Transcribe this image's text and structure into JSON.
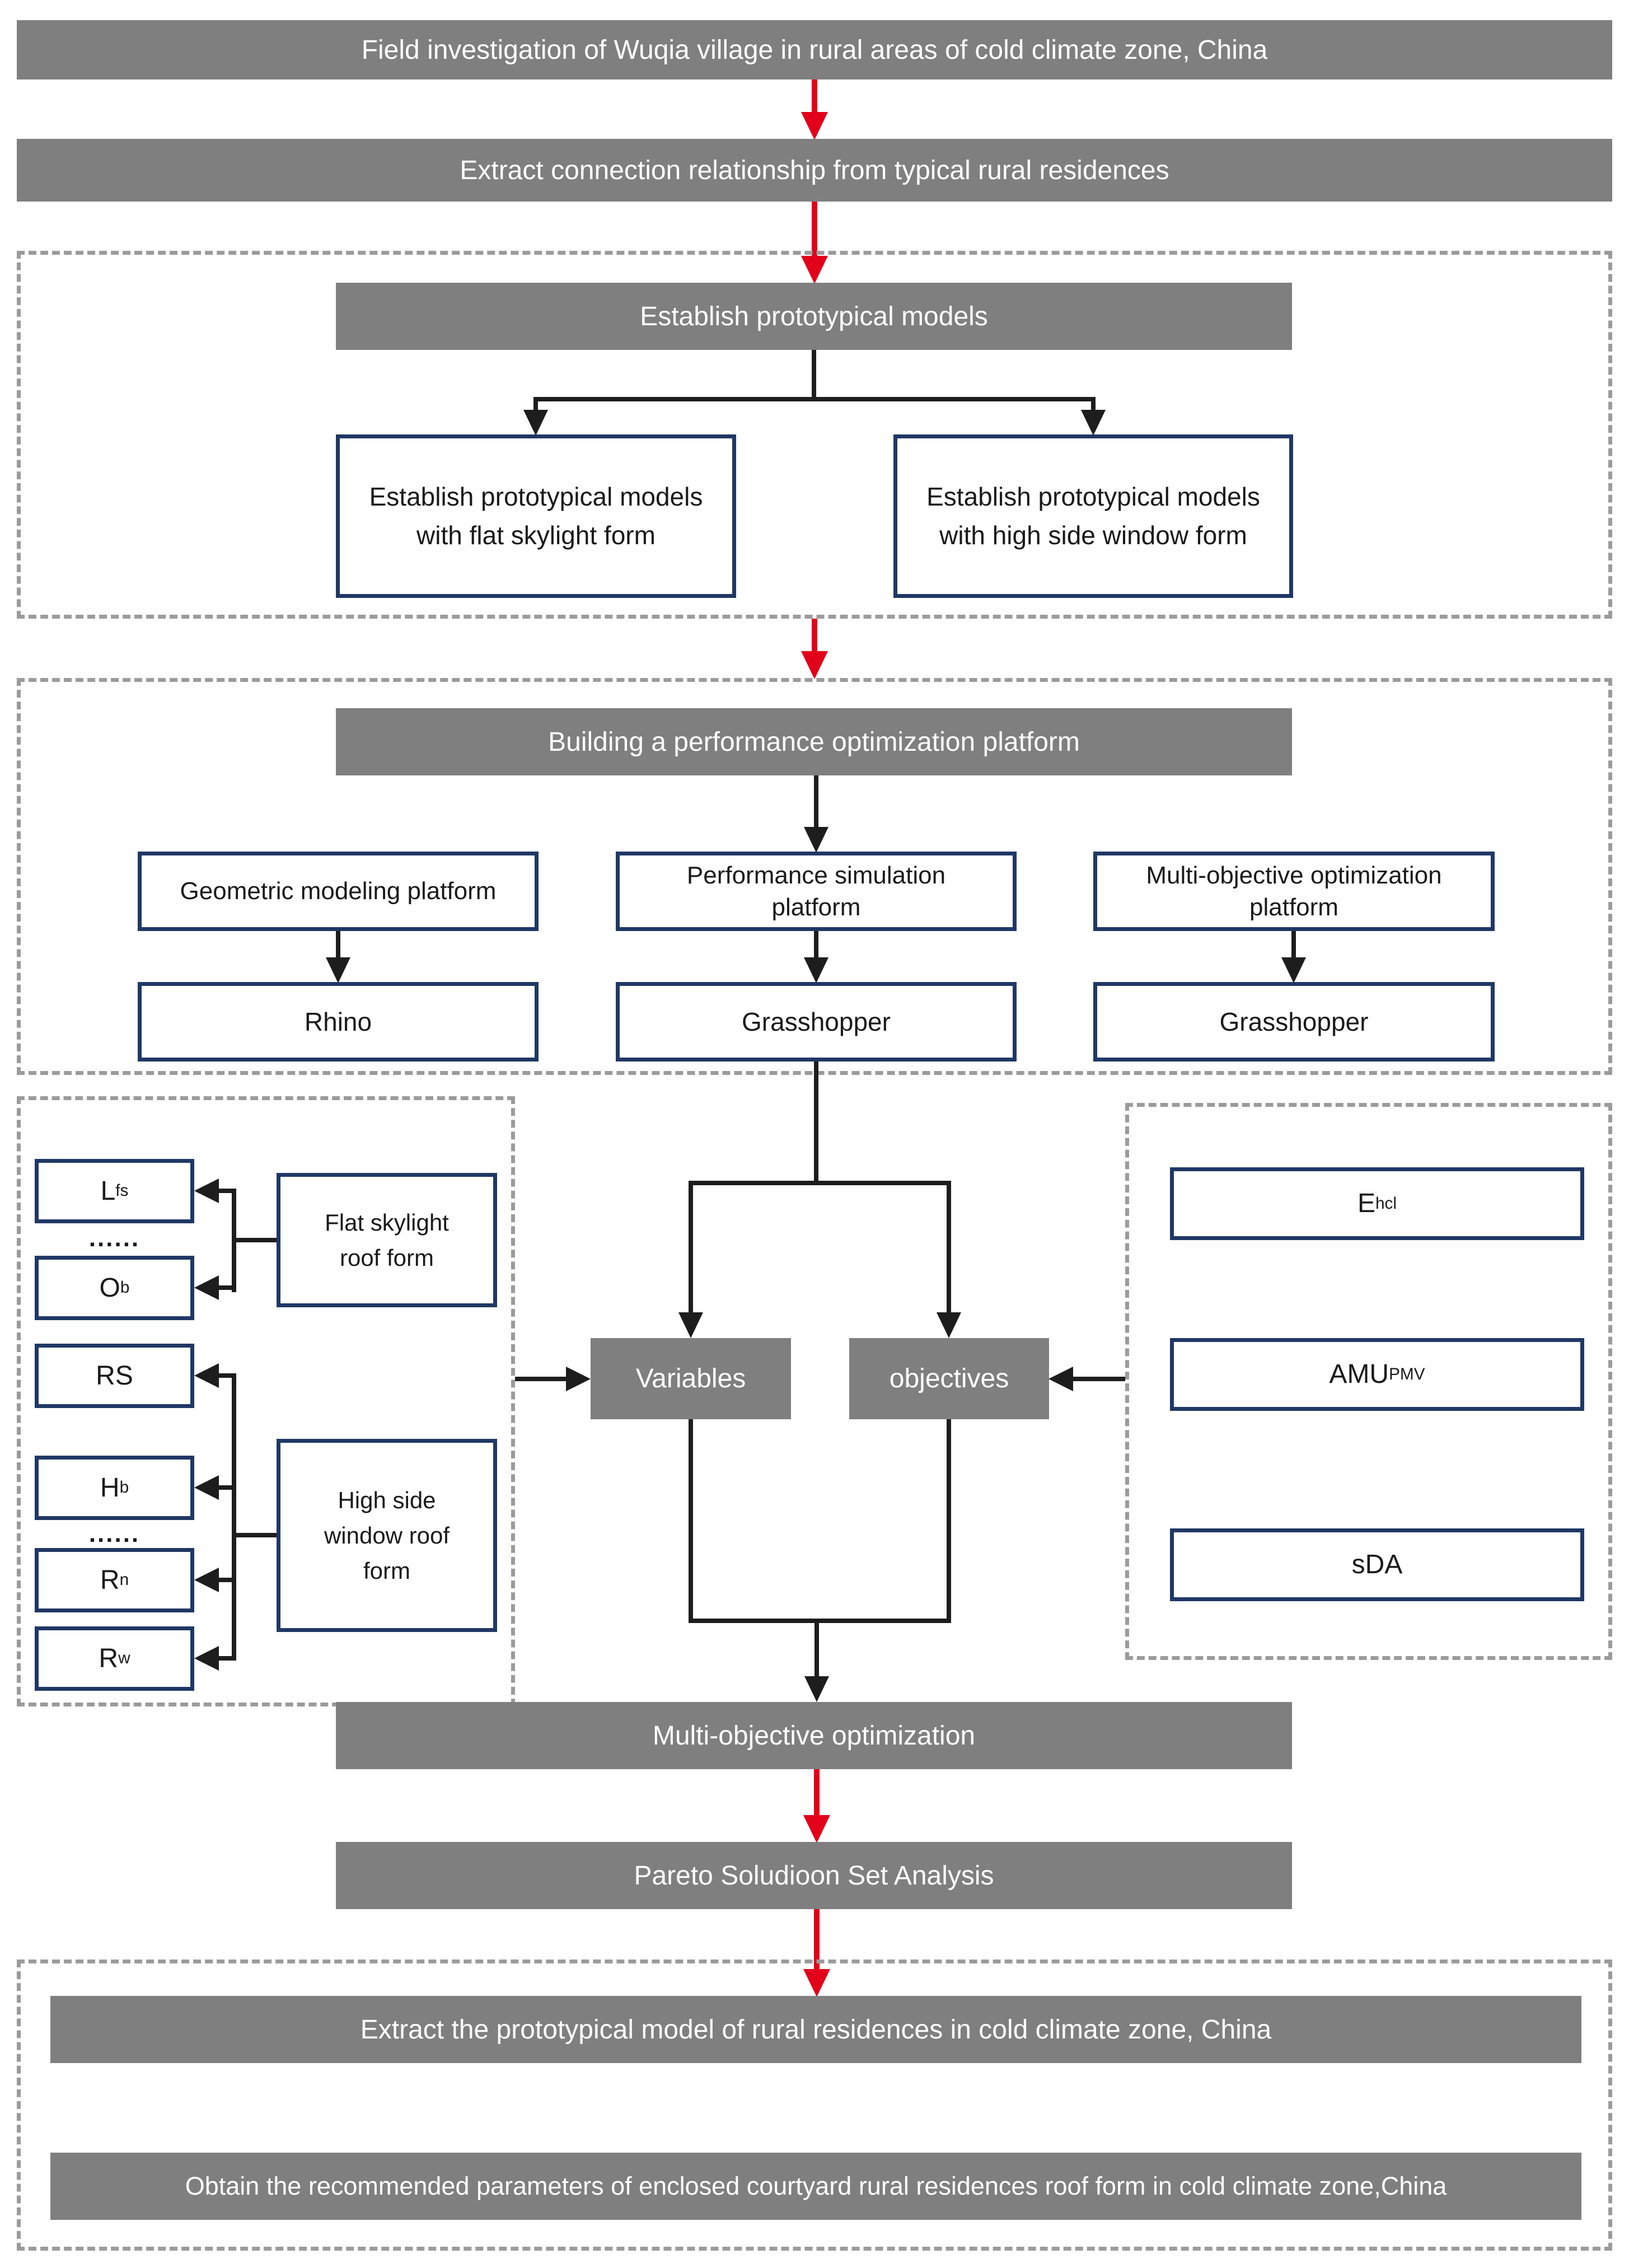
{
  "colors": {
    "banner_gray": "#7f7f7f",
    "box_border_navy": "#1f3864",
    "arrow_red": "#e2001a",
    "connector_black": "#1d1d1d",
    "dashed_gray": "#9b9b9b"
  },
  "flow": {
    "banner1": "Field investigation of Wuqia village in rural areas of cold climate zone, China",
    "banner2": "Extract connection relationship from typical rural residences",
    "section_prototype": {
      "header": "Establish prototypical models",
      "left_box": "Establish prototypical models\nwith flat skylight form",
      "right_box": "Establish prototypical models\nwith high side window form"
    },
    "section_platform": {
      "header": "Building a performance optimization platform",
      "columns": [
        {
          "platform": "Geometric modeling platform",
          "tool": "Rhino"
        },
        {
          "platform": "Performance simulation\nplatform",
          "tool": "Grasshopper"
        },
        {
          "platform": "Multi-objective optimization\nplatform",
          "tool": "Grasshopper"
        }
      ]
    },
    "variables_panel": {
      "flat": {
        "items": [
          {
            "base": "L",
            "sub": "fs"
          },
          {
            "base": "O",
            "sub": "b"
          }
        ],
        "dots": "......",
        "label": "Flat skylight\nroof form"
      },
      "high": {
        "items": [
          {
            "base": "RS",
            "sub": ""
          },
          {
            "base": "H",
            "sub": "b"
          },
          {
            "base": "R",
            "sub": "n"
          },
          {
            "base": "R",
            "sub": "w"
          }
        ],
        "dots": "......",
        "label": "High side\nwindow roof\nform"
      }
    },
    "middle": {
      "variables": "Variables",
      "objectives": "objectives"
    },
    "objectives_panel": {
      "items": [
        {
          "base": "E",
          "sub": "hcl"
        },
        {
          "base": "AMU",
          "sub": "PMV"
        },
        {
          "base": "sDA",
          "sub": ""
        }
      ]
    },
    "banner_moo": "Multi-objective optimization",
    "banner_pareto": "Pareto Soludioon Set Analysis",
    "bottom": {
      "banner1": "Extract the prototypical model of rural residences in cold climate zone, China",
      "banner2": "Obtain the recommended parameters of enclosed courtyard rural residences roof form in cold climate zone,China"
    }
  }
}
